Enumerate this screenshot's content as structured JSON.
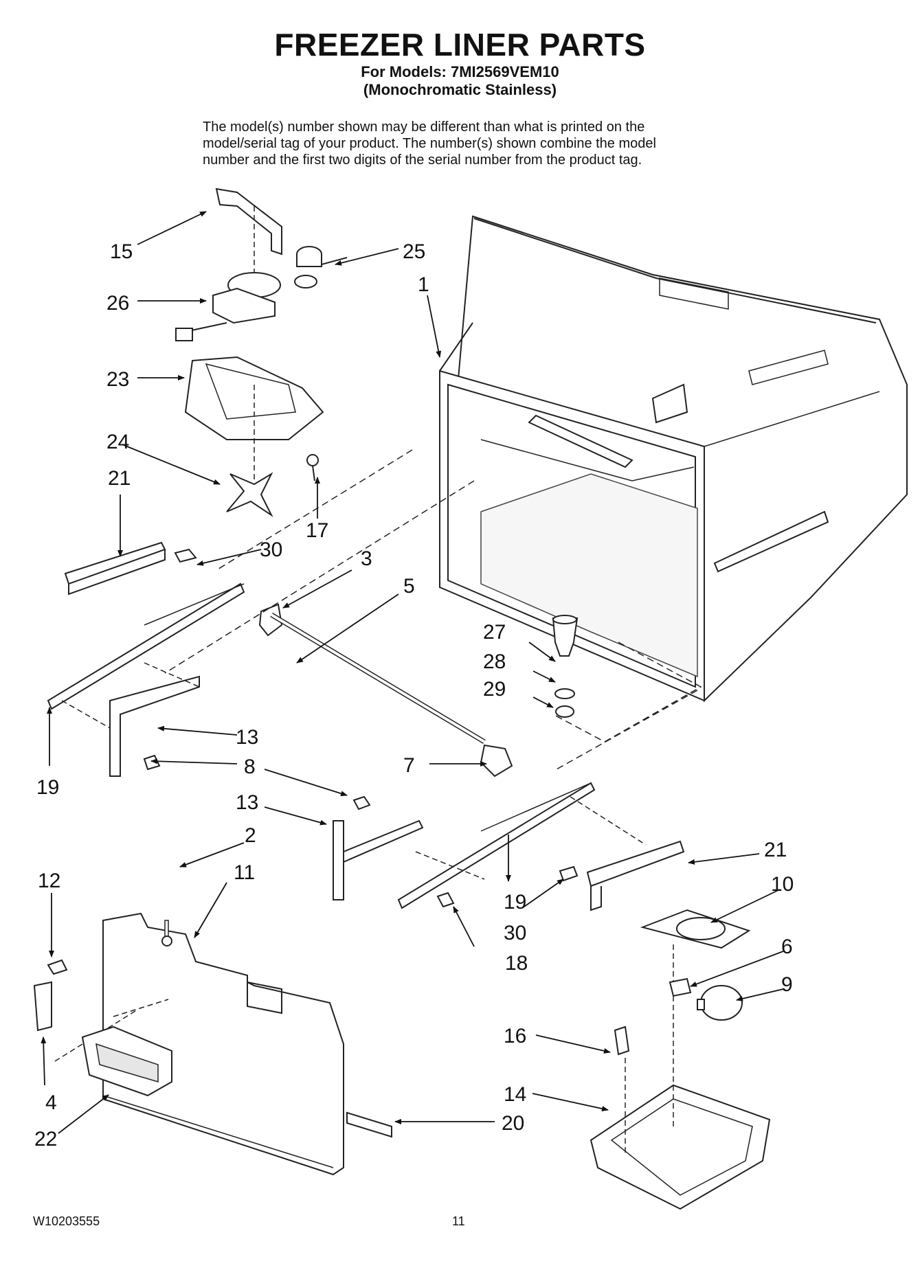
{
  "header": {
    "title": "FREEZER LINER PARTS",
    "models_line": "For Models: 7MI2569VEM10",
    "variant_line": "(Monochromatic Stainless)"
  },
  "notice": {
    "line1": "The model(s) number shown may be different than what is printed on the",
    "line2": "model/serial tag of your product. The number(s) shown combine the model",
    "line3": "number and the first two digits of the serial number from the product tag."
  },
  "callouts": {
    "p1": "1",
    "p2": "2",
    "p3": "3",
    "p4": "4",
    "p5": "5",
    "p6": "6",
    "p7": "7",
    "p8": "8",
    "p9": "9",
    "p10": "10",
    "p11": "11",
    "p12": "12",
    "p13a": "13",
    "p13b": "13",
    "p14": "14",
    "p15": "15",
    "p16": "16",
    "p17": "17",
    "p18": "18",
    "p19a": "19",
    "p19b": "19",
    "p20": "20",
    "p21a": "21",
    "p21b": "21",
    "p22": "22",
    "p23": "23",
    "p24": "24",
    "p25": "25",
    "p26": "26",
    "p27": "27",
    "p28": "28",
    "p29": "29",
    "p30a": "30",
    "p30b": "30"
  },
  "footer": {
    "doc_number": "W10203555",
    "page_number": "11"
  }
}
